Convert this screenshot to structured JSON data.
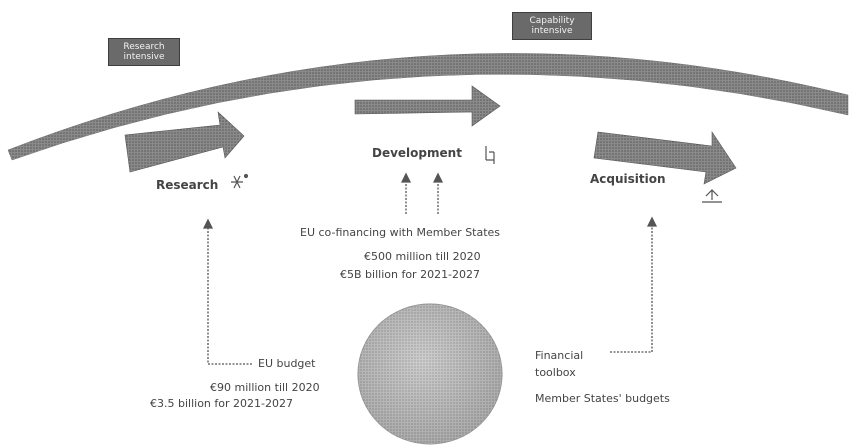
{
  "tags": {
    "research": [
      "Research",
      "intensive"
    ],
    "capability": [
      "Capability",
      "intensive"
    ]
  },
  "stages": {
    "research": "Research",
    "development": "Development",
    "acquisition": "Acquisition"
  },
  "center_block": {
    "line1": "EU co-financing with Member States",
    "line2": "€500 million till 2020",
    "line3": "€5B billion for 2021-2027"
  },
  "left_block": {
    "line1": "EU budget",
    "line2": "€90 million till 2020",
    "line3": "€3.5 billion for 2021-2027"
  },
  "right_block": {
    "line1": "Financial",
    "line2": "toolbox",
    "line3": "Member States' budgets"
  },
  "globe": {
    "lines": [
      "",
      "",
      ""
    ]
  },
  "colors": {
    "arc": "#7d7d7d",
    "arrow": "#5e5e5e",
    "globe": "#a9a9a9"
  }
}
